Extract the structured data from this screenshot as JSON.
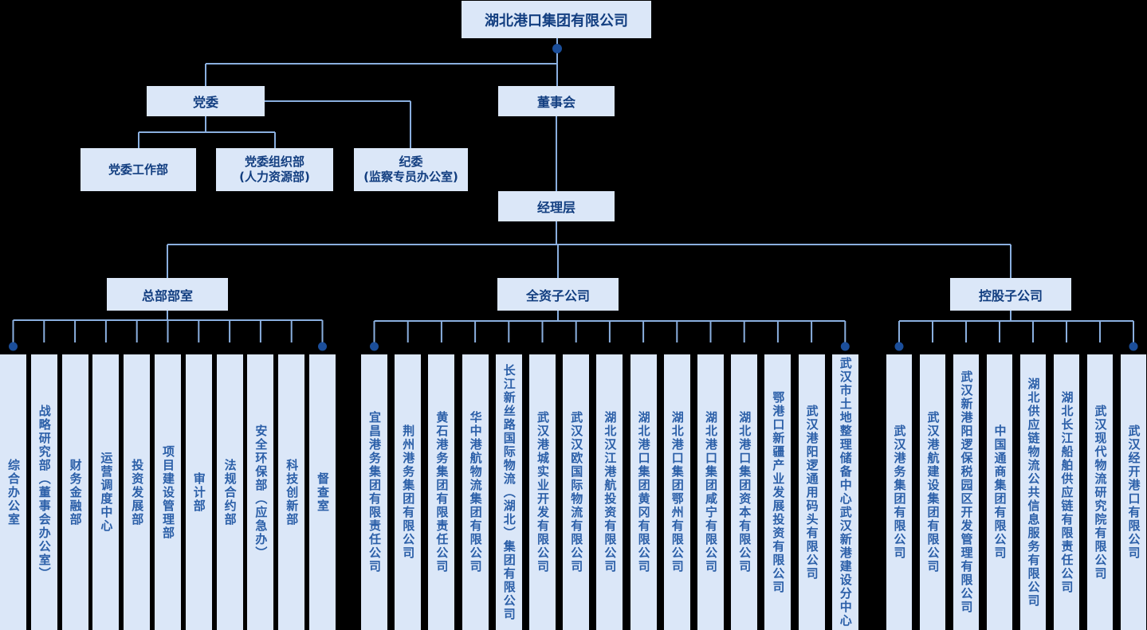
{
  "nodes": {
    "root": "湖北港口集团有限公司",
    "party_committee": "党委",
    "board": "董事会",
    "management": "经理层",
    "party_children": [
      {
        "line1": "党委工作部",
        "line2": ""
      },
      {
        "line1": "党委组织部",
        "line2": "(人力资源部)"
      },
      {
        "line1": "纪委",
        "line2": "(监察专员办公室)"
      }
    ]
  },
  "sections": [
    {
      "id": "hq",
      "label": "总部部室",
      "items": [
        "综合办公室",
        "战略研究部（董事会办公室）",
        "财务金融部",
        "运营调度中心",
        "投资发展部",
        "项目建设管理部",
        "审计部",
        "法规合约部",
        "安全环保部（应急办）",
        "科技创新部",
        "督查室"
      ]
    },
    {
      "id": "wholly",
      "label": "全资子公司",
      "items": [
        "宜昌港务集团有限责任公司",
        "荆州港务集团有限公司",
        "黄石港务集团有限责任公司",
        "华中港航物流集团有限公司",
        "长江新丝路国际物流（湖北）集团有限公司",
        "武汉港城实业开发有限公司",
        "武汉汉欧国际物流有限公司",
        "湖北汉江港航投资有限公司",
        "湖北港口集团黄冈有限公司",
        "湖北港口集团鄂州有限公司",
        "湖北港口集团咸宁有限公司",
        "湖北港口集团资本有限公司",
        "鄂港口新疆产业发展投资有限公司",
        "武汉港阳逻通用码头有限公司",
        "武汉市土地整理储备中心武汉新港建设分中心"
      ]
    },
    {
      "id": "holding",
      "label": "控股子公司",
      "items": [
        "武汉港务集团有限公司",
        "武汉港航建设集团有限公司",
        "武汉新港阳逻保税园区开发管理有限公司",
        "中国通商集团有限公司",
        "湖北供应链物流公共信息服务有限公司",
        "湖北长江船舶供应链有限责任公司",
        "武汉现代物流研究院有限公司",
        "武汉经开港口有限公司"
      ]
    }
  ],
  "colors": {
    "background": "#000000",
    "box_fill": "#dbe7f8",
    "line": "#8aafdf",
    "dot": "#1b4e9a",
    "header_text": "#123e80",
    "item_text": "#2b5fa8"
  }
}
